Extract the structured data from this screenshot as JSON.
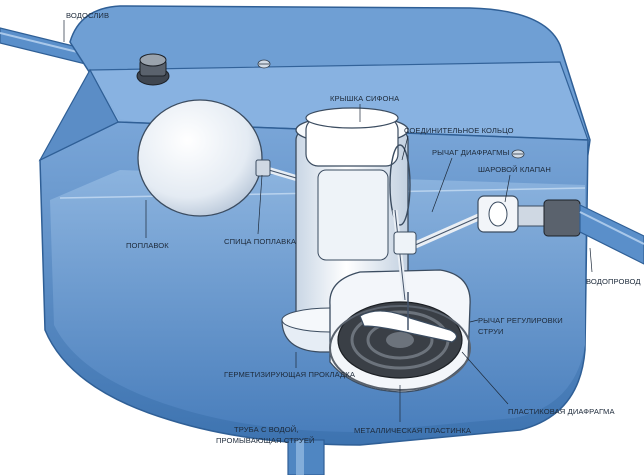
{
  "labels": {
    "drain": "ВОДОСЛИВ",
    "siphon_cap": "КРЫШКА СИФОНА",
    "connecting_ring": "СОЕДИНИТЕЛЬНОЕ КОЛЬЦО",
    "diaphragm_lever": "РЫЧАГ ДИАФРАГМЫ",
    "ball_valve": "ШАРОВОЙ КЛАПАН",
    "float": "ПОПЛАВОК",
    "float_arm": "СПИЦА ПОПЛАВКА",
    "water_supply": "ВОДОПРОВОД",
    "flow_lever_line1": "РЫЧАГ РЕГУЛИРОВКИ",
    "flow_lever_line2": "СТРУИ",
    "seal_gasket": "ГЕРМЕТИЗИРУЮЩАЯ ПРОКЛАДКА",
    "plastic_diaphragm": "ПЛАСТИКОВАЯ ДИАФРАГМА",
    "metal_plate": "МЕТАЛЛИЧЕСКАЯ ПЛАСТИНКА",
    "flush_pipe_line1": "ТРУБА С ВОДОЙ,",
    "flush_pipe_line2": "ПРОМЫВАЮЩАЯ СТРУЕЙ"
  },
  "colors": {
    "tank": "#4f86c2",
    "tank_dark": "#2f5f96",
    "water": "#6d9dd1",
    "metal_light": "#e9eef4",
    "diaphragm": "#3a3f46"
  }
}
